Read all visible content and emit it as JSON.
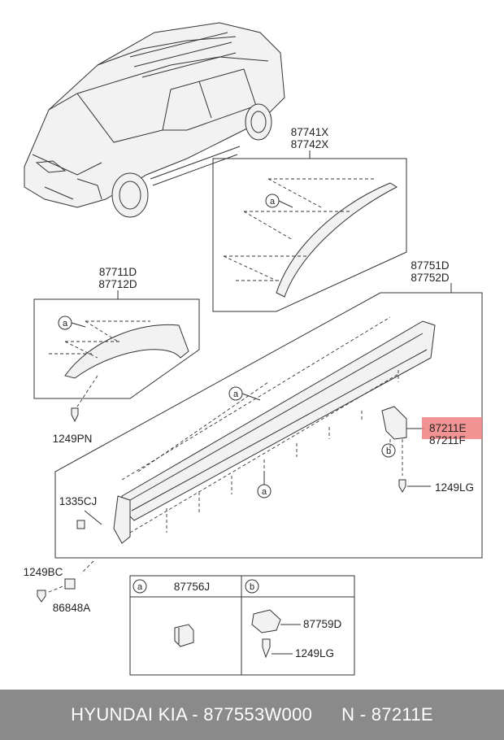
{
  "labels": {
    "p87741X": "87741X",
    "p87742X": "87742X",
    "p87711D": "87711D",
    "p87712D": "87712D",
    "p87751D": "87751D",
    "p87752D": "87752D",
    "p87211E": "87211E",
    "p87211F": "87211F",
    "p1249PN": "1249PN",
    "p1249LG": "1249LG",
    "p1335CJ": "1335CJ",
    "p1249BC": "1249BC",
    "p86848A": "86848A"
  },
  "callout": "a",
  "callout_b": "b",
  "legend": {
    "a_letter": "a",
    "a_part": "87756J",
    "b_letter": "b",
    "b_part1": "87759D",
    "b_part2": "1249LG"
  },
  "highlight_color": "#f08080",
  "footer": {
    "brand": "HYUNDAI  KIA - 877553W000",
    "part": "N - 87211E"
  }
}
